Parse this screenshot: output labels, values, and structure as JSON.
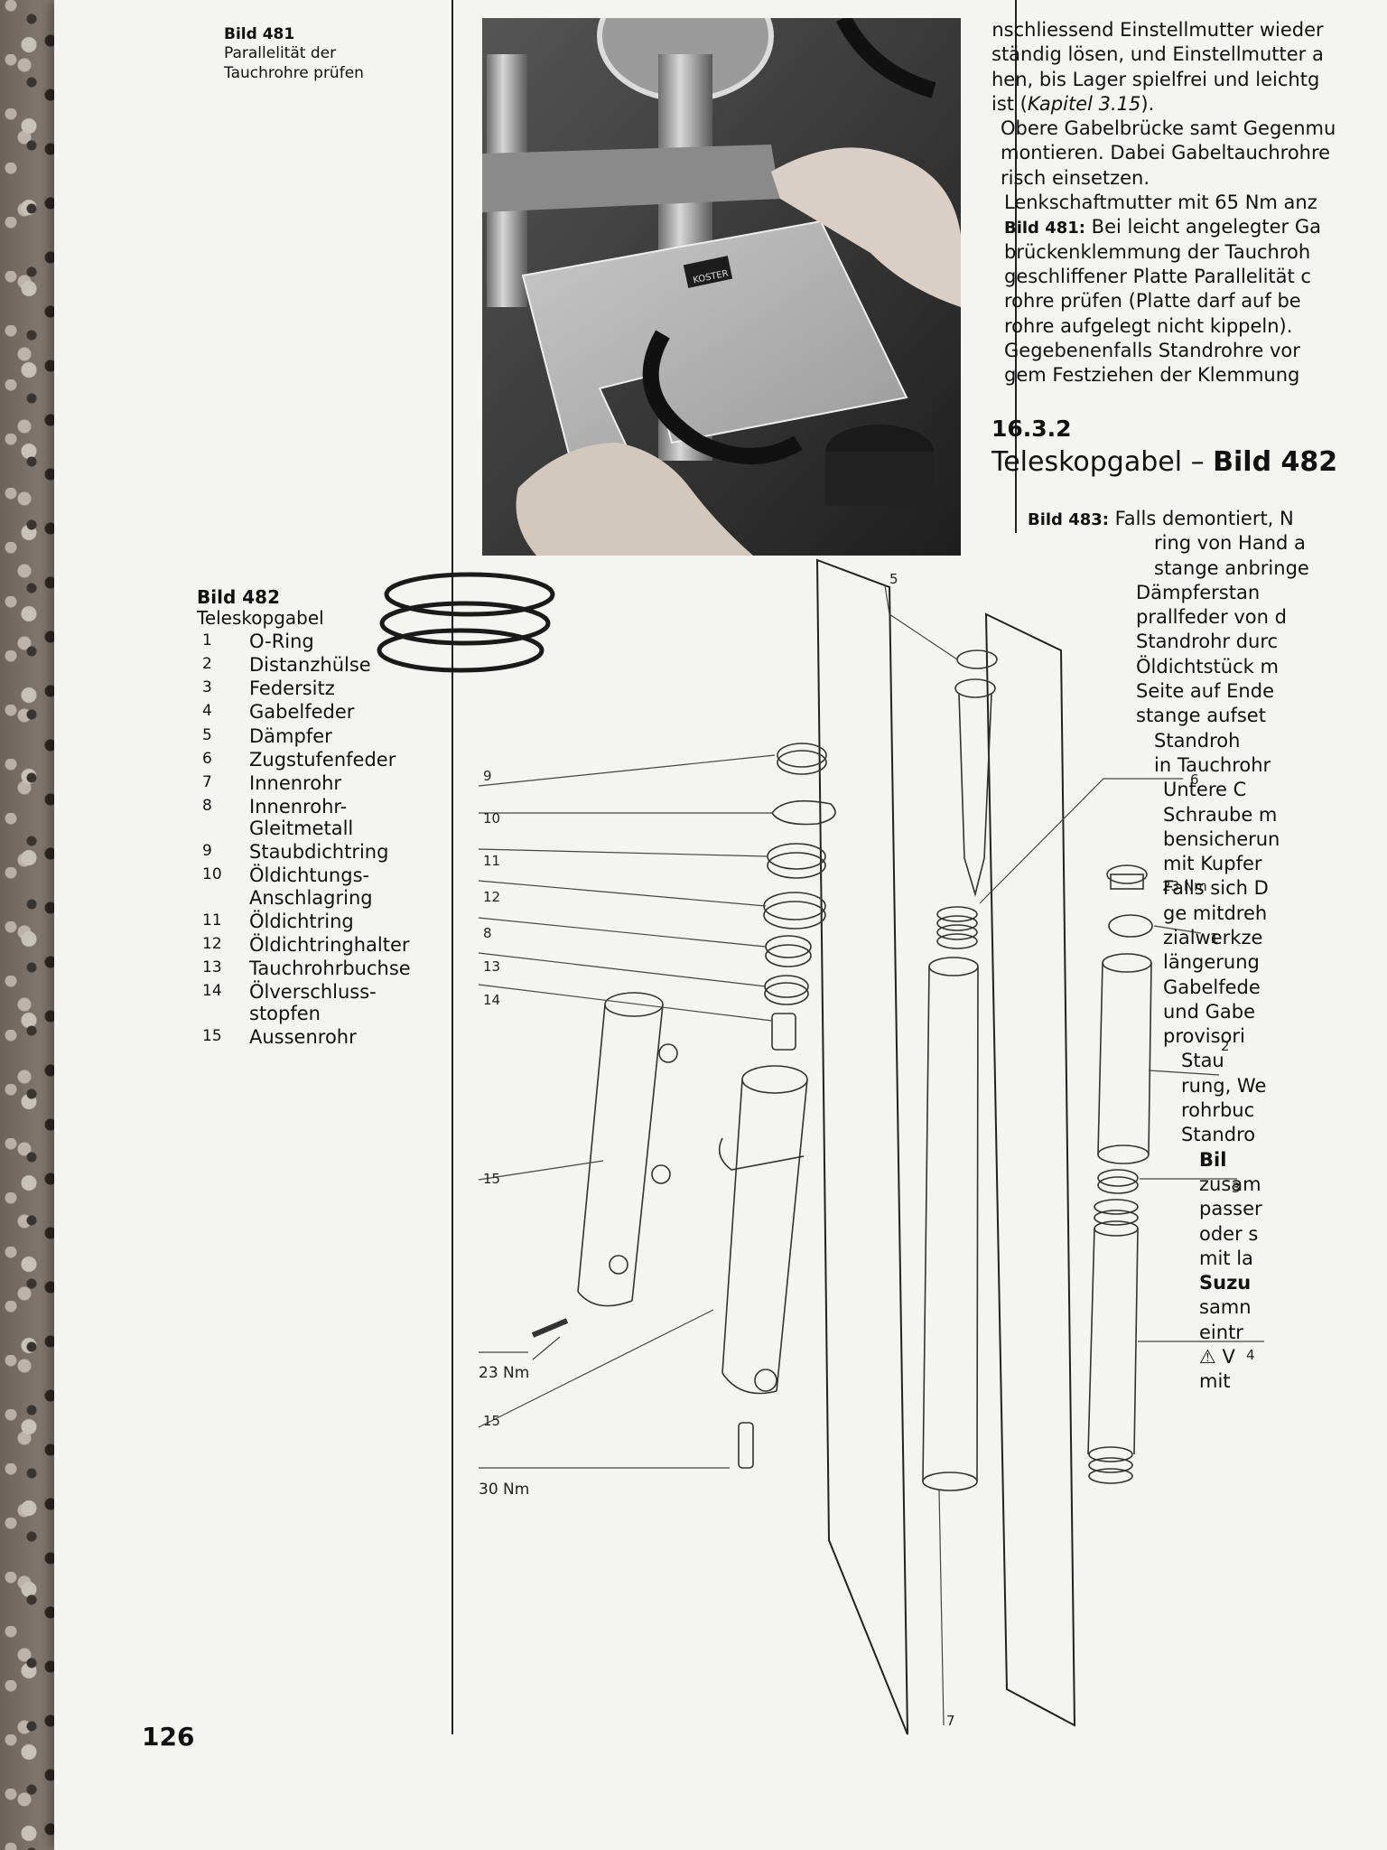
{
  "captions": {
    "bild481": {
      "title": "Bild 481",
      "line1": "Parallelität der",
      "line2": "Tauchrohre prüfen"
    }
  },
  "photo": {
    "badge_text": "KOSTER"
  },
  "legend": {
    "title": "Bild 482",
    "subtitle": "Teleskopgabel",
    "items": [
      {
        "num": "1",
        "name": "O-Ring"
      },
      {
        "num": "2",
        "name": "Distanzhülse"
      },
      {
        "num": "3",
        "name": "Federsitz"
      },
      {
        "num": "4",
        "name": "Gabelfeder"
      },
      {
        "num": "5",
        "name": "Dämpfer"
      },
      {
        "num": "6",
        "name": "Zugstufenfeder"
      },
      {
        "num": "7",
        "name": "Innenrohr"
      },
      {
        "num": "8",
        "name": "Innenrohr-\nGleitmetall"
      },
      {
        "num": "9",
        "name": "Staubdichtring"
      },
      {
        "num": "10",
        "name": "Öldichtungs-\nAnschlagring"
      },
      {
        "num": "11",
        "name": "Öldichtring"
      },
      {
        "num": "12",
        "name": "Öldichtringhalter"
      },
      {
        "num": "13",
        "name": "Tauchrohrbuchse"
      },
      {
        "num": "14",
        "name": "Ölverschluss-\nstopfen"
      },
      {
        "num": "15",
        "name": "Aussenrohr"
      }
    ]
  },
  "diagram": {
    "callouts": {
      "c5": "5",
      "c9": "9",
      "c10": "10",
      "c11": "11",
      "c12": "12",
      "c8": "8",
      "c13": "13",
      "c14": "14",
      "c6": "6",
      "c1": "1",
      "c2": "2",
      "c3": "3",
      "c4": "4",
      "c15a": "15",
      "c15b": "15",
      "c7": "7"
    },
    "torque": {
      "t1": "23 Nm",
      "t2": "23 Nm",
      "t3": "30 Nm"
    }
  },
  "right_column": {
    "p1": [
      "Anschliessend Einstellmutter wieder",
      "ständig lösen, und Einstellmutter a",
      "hen, bis Lager spielfrei und leichtg"
    ],
    "p1_ref_start": "ist (",
    "p1_ref": "Kapitel 3.15",
    "p1_ref_end": ").",
    "p2": [
      "Obere Gabelbrücke samt Gegenmu",
      "montieren. Dabei Gabeltauchrohre",
      "risch einsetzen."
    ],
    "p3": "Lenkschaftmutter mit 65 Nm anz",
    "p4_label": "Bild 481:",
    "p4_first": " Bei leicht angelegter Ga",
    "p4": [
      "brückenklemmung der Tauchroh",
      "geschliffener Platte Parallelität c",
      "rohre prüfen (Platte darf auf be",
      "rohre aufgelegt nicht kippeln).",
      "Gegebenenfalls Standrohre vor",
      "gem Festziehen der Klemmung"
    ],
    "section_num": "16.3.2",
    "section_title": "Teleskopgabel –",
    "section_ref": "Bild 482",
    "p5_label": "Bild 483:",
    "p5_first": " Falls demontiert, N",
    "p5": [
      "ring von Hand a",
      "stange anbringe"
    ],
    "p6_first": "Dämpferstan",
    "p6": [
      "prallfeder von d",
      "Standrohr durc",
      "Öldichtstück m",
      "Seite auf Ende",
      "stange aufset"
    ],
    "p7_first": "Standroh",
    "p7": [
      "in Tauchrohr"
    ],
    "p8_first": "Untere C",
    "p8": [
      "Schraube m",
      "bensicherun",
      "mit Kupfer",
      "Falls sich D",
      "ge mitdreh",
      "zialwerkze",
      "längerung",
      "Gabelfede",
      "und Gabe",
      "provisori"
    ],
    "p9_first": "Stau",
    "p9": [
      "rung, We",
      "rohrbuc",
      "Standro"
    ],
    "p10_first": "Bil",
    "p10": [
      "zusam",
      "passer",
      "oder s",
      "mit la"
    ],
    "p10_bold": "Suzu",
    "p10_end": [
      "samn",
      "eintr"
    ],
    "warn_text": "V",
    "last": "mit"
  },
  "page_number": "126"
}
